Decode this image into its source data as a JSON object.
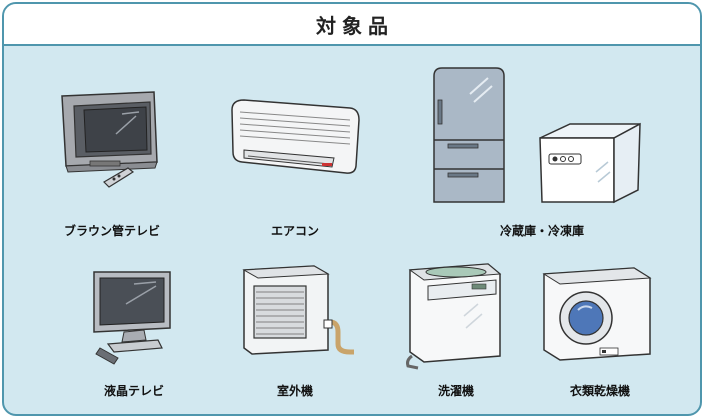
{
  "title": "対象品",
  "items": [
    {
      "label": "ブラウン管テレビ",
      "icon": "crt-tv-icon"
    },
    {
      "label": "エアコン",
      "icon": "air-conditioner-icon"
    },
    {
      "label": "冷蔵庫・冷凍庫",
      "icon": "refrigerator-freezer-icon"
    },
    {
      "label": "液晶テレビ",
      "icon": "lcd-tv-icon"
    },
    {
      "label": "室外機",
      "icon": "outdoor-unit-icon"
    },
    {
      "label": "洗濯機",
      "icon": "washing-machine-icon"
    },
    {
      "label": "衣類乾燥機",
      "icon": "clothes-dryer-icon"
    }
  ],
  "colors": {
    "border": "#4f96ad",
    "panel": "#d2e8f0",
    "header": "#ffffff"
  }
}
